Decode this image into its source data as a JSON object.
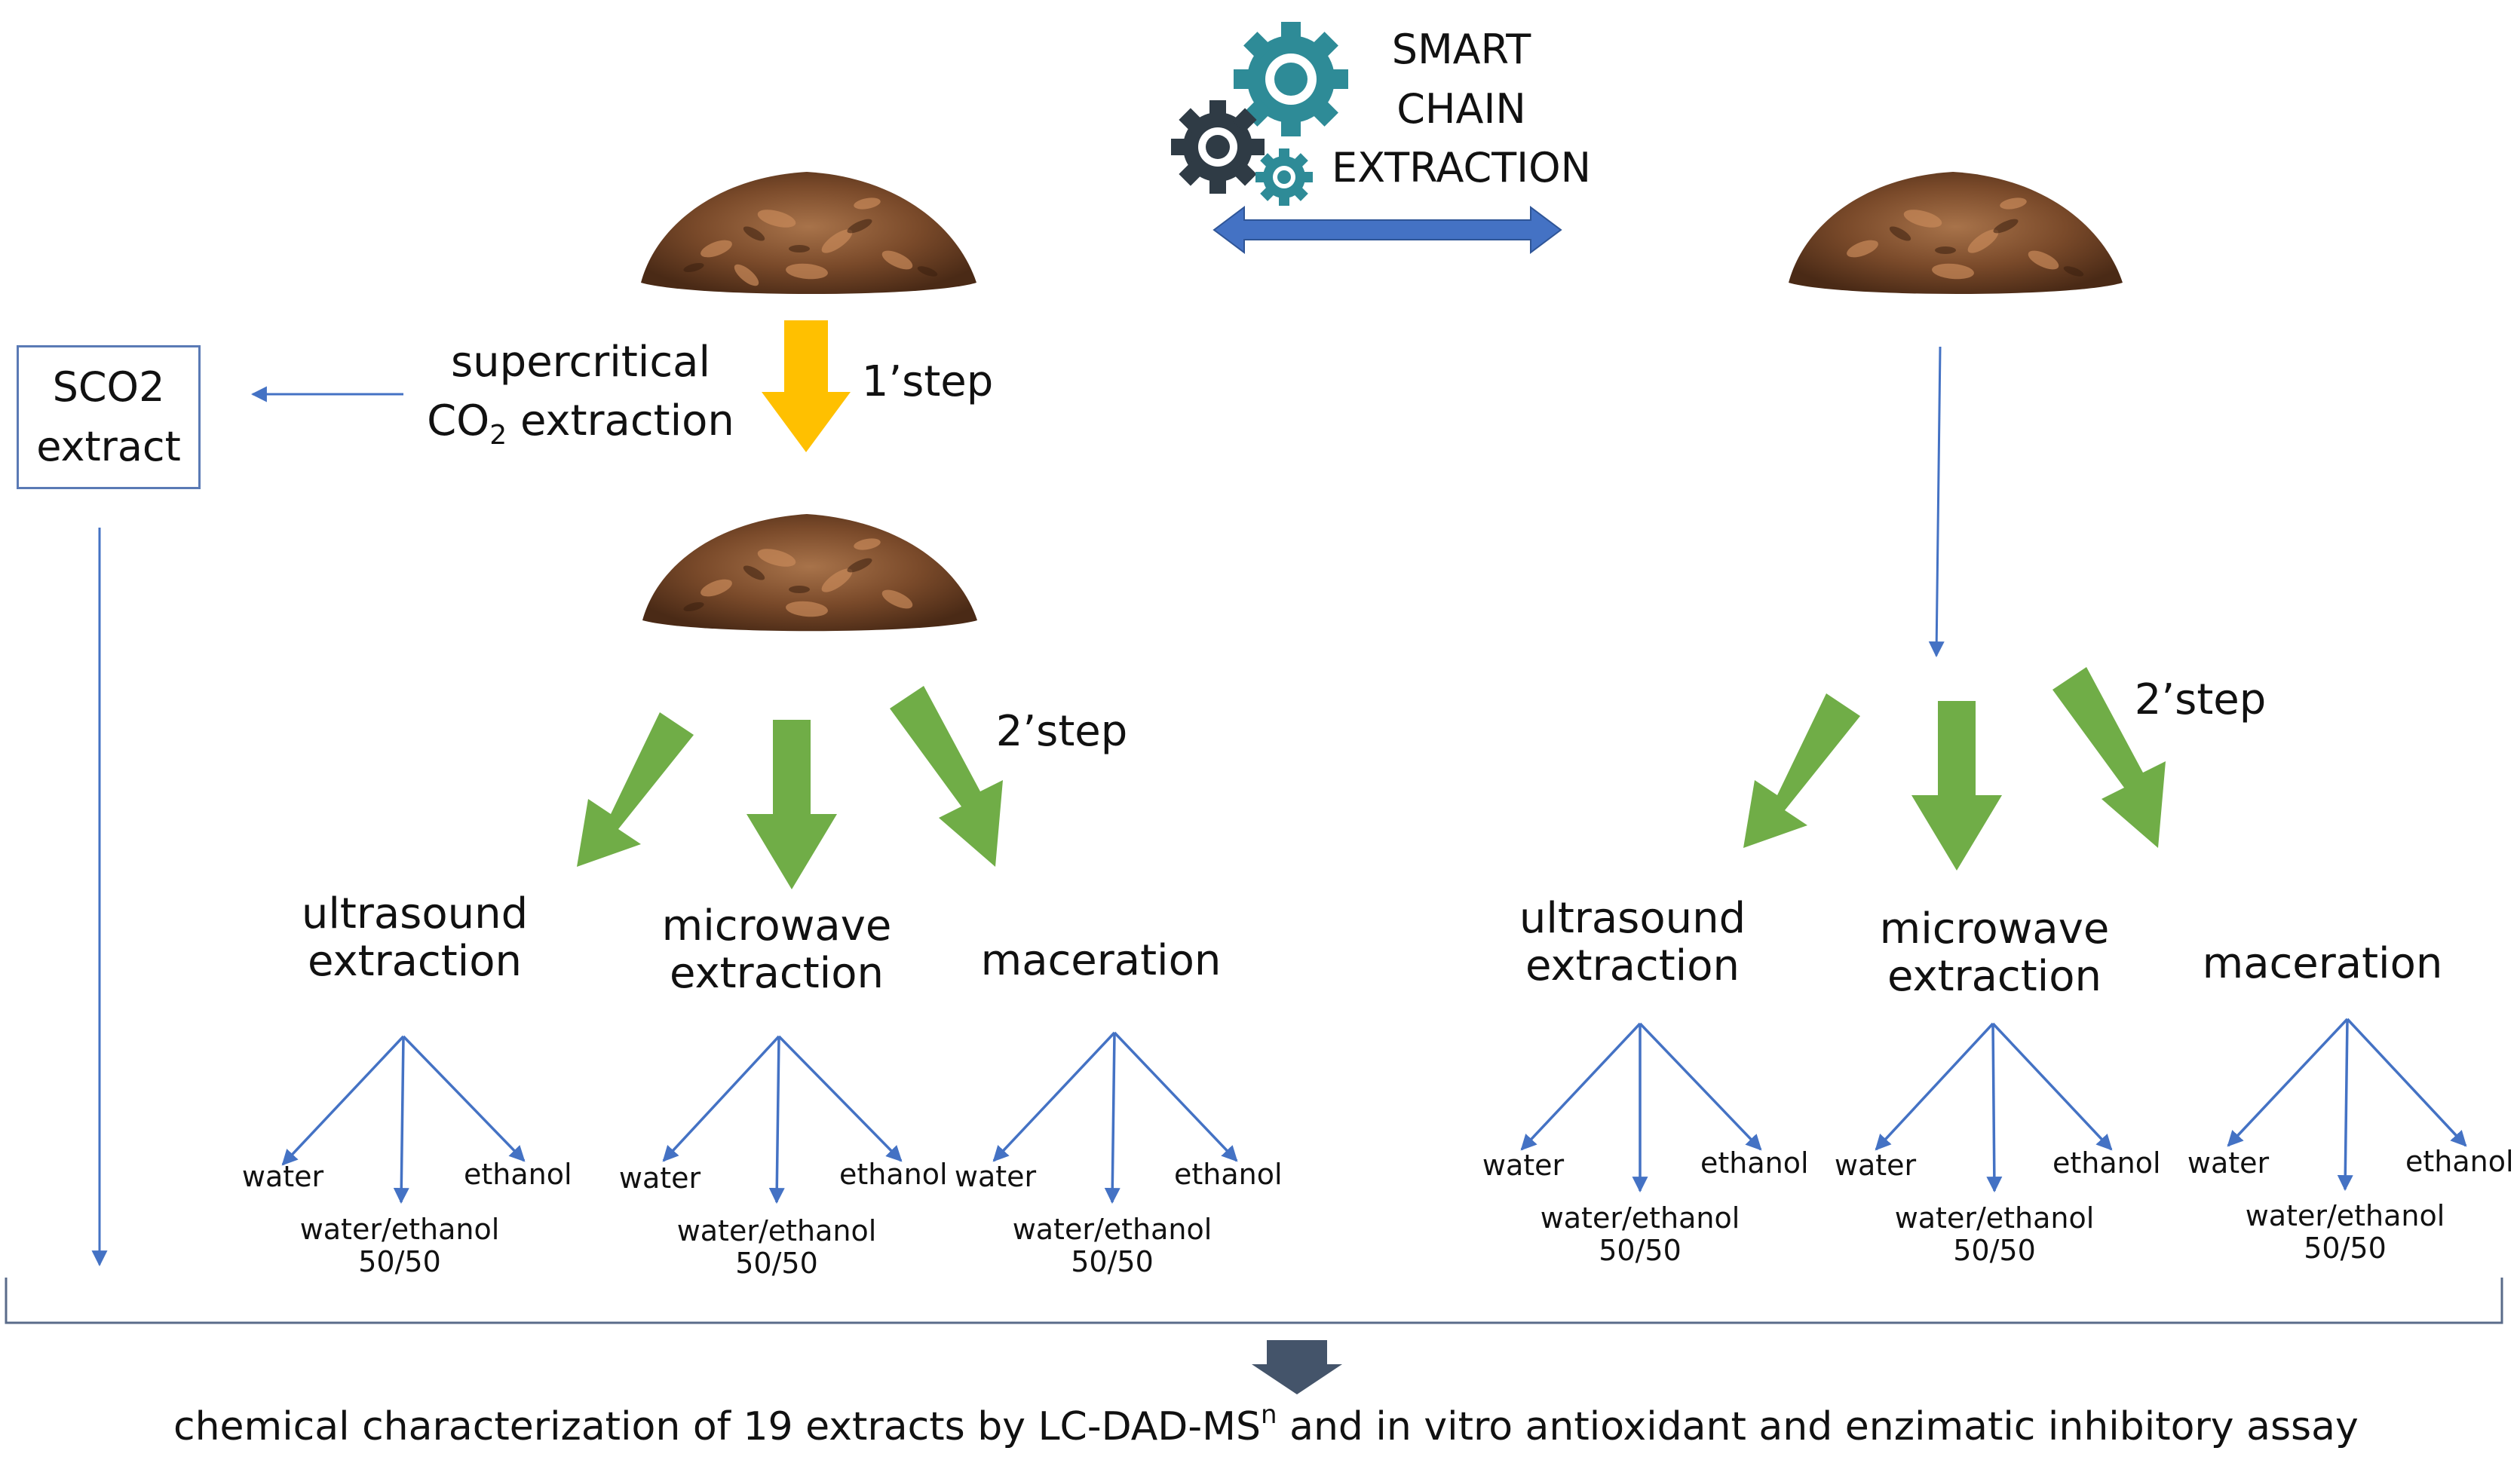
{
  "logo": {
    "line1": "SMART",
    "line2": "CHAIN",
    "line3": "EXTRACTION"
  },
  "left": {
    "sco2_box_line1": "SCO2",
    "sco2_box_line2": "extract",
    "supercritical_line1": "supercritical",
    "co2_prefix": "CO",
    "co2_subscript": "2",
    "co2_suffix": " extraction",
    "step1_label": "1’step",
    "step2_label": "2’step",
    "methods": [
      {
        "line1": "ultrasound",
        "line2": "extraction"
      },
      {
        "line1": "microwave",
        "line2": "extraction"
      },
      {
        "line1": "maceration",
        "line2": ""
      }
    ]
  },
  "right": {
    "step2_label": "2’step",
    "methods": [
      {
        "line1": "ultrasound",
        "line2": "extraction"
      },
      {
        "line1": "microwave",
        "line2": "extraction"
      },
      {
        "line1": "maceration",
        "line2": ""
      }
    ]
  },
  "solvents": {
    "water": "water",
    "ethanol": "ethanol",
    "mix_line1": "water/ethanol",
    "mix_line2": "50/50"
  },
  "footer": {
    "caption_main": "chemical characterization of 19 extracts by LC-DAD-MS",
    "caption_superscript": "n",
    "caption_end": " and in vitro antioxidant and enzimatic inhibitory assay"
  },
  "colors": {
    "thin_arrow": "#4472c4",
    "double_arrow": "#4472c4",
    "step1_arrow": "#ffc000",
    "step2_arrow": "#70ad47",
    "bracket": "#5a6b8a",
    "down_block_arrow": "#44546a",
    "gear_teal": "#2e8b97",
    "gear_dark": "#2f3b45",
    "pile_brown": "#7a4a2a"
  }
}
